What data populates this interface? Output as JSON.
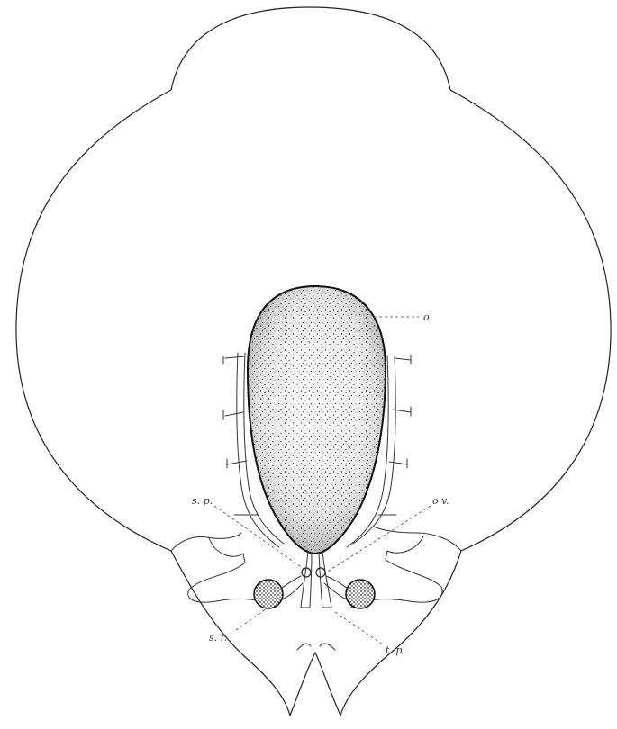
{
  "figure": {
    "labels": {
      "ovary": "o.",
      "oviduct": "o v.",
      "spermatheca": "s. p.",
      "seminal_receptacle": "s. r.",
      "tube": "t. p."
    },
    "colors": {
      "ink": "#222222",
      "stipple": "#333333",
      "paper": "#ffffff"
    }
  }
}
